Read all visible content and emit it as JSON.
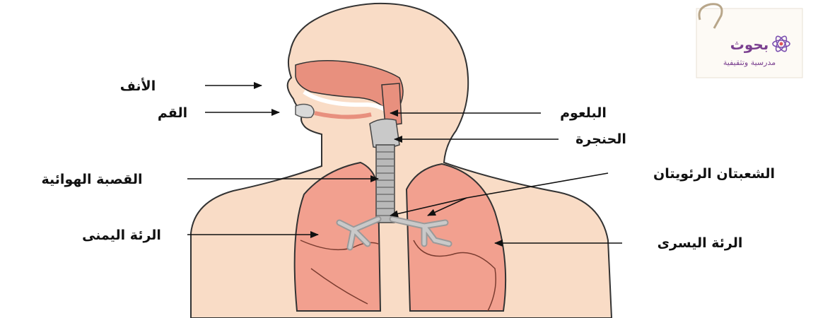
{
  "labels": {
    "nose": "الأنف",
    "mouth": "القم",
    "pharynx": "البلعوم",
    "larynx": "الحنجرة",
    "trachea": "القصبة الهوائية",
    "bronchi": "الشعبتان الرئويتان",
    "right_lung": "الرئة اليمنى",
    "left_lung": "الرئة اليسرى"
  },
  "logo": {
    "line1": "بحوث",
    "line2": "مدرسية وتثقيفية"
  },
  "colors": {
    "skin": "#f9dcc6",
    "lung": "#f2a08f",
    "airway": "#e8907e",
    "trachea": "#b9b9b9",
    "outline": "#333333",
    "logo_accent": "#8a4aa3"
  }
}
